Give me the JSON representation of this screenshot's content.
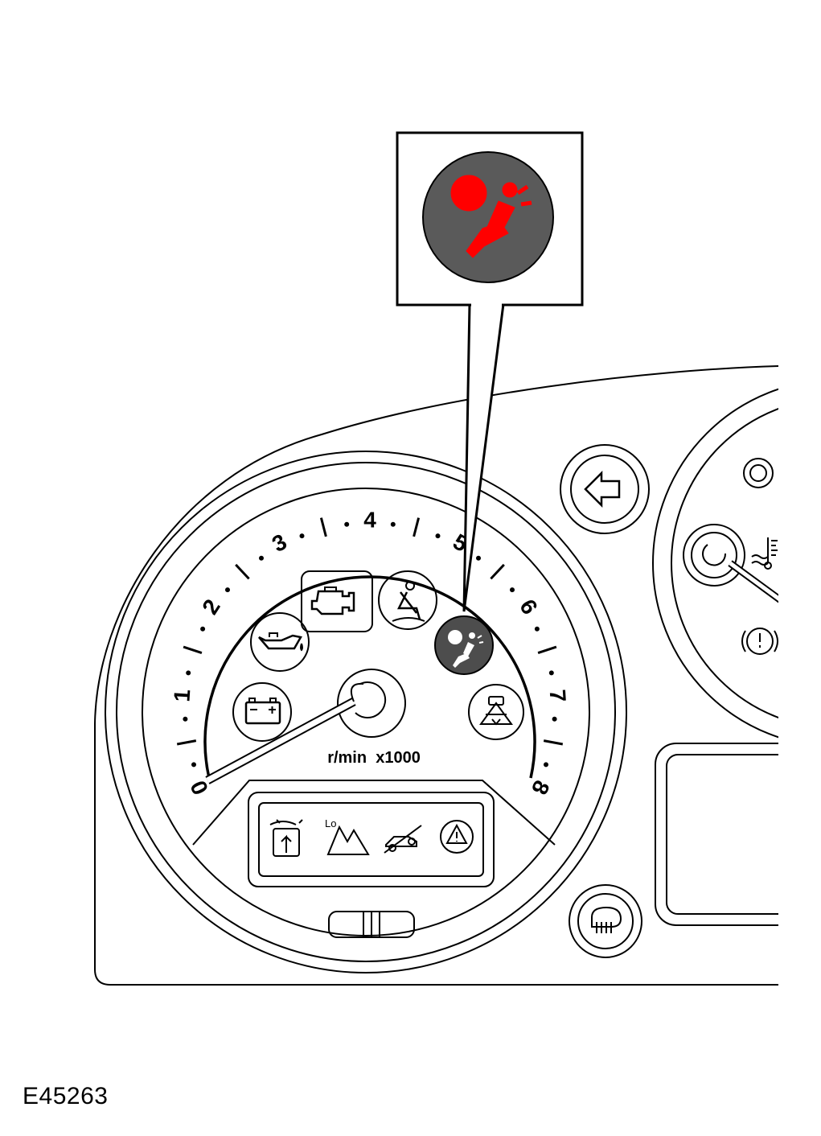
{
  "figure": {
    "reference_code": "E45263"
  },
  "tachometer": {
    "unit_label": "r/min  x1000",
    "scale_numbers": [
      "0",
      "1",
      "2",
      "3",
      "4",
      "5",
      "6",
      "7",
      "8"
    ],
    "needle_reading": 0
  },
  "callout": {
    "warning_light": "airbag-warning-icon",
    "highlight_color": "#ff0000",
    "background_color": "#5a5a5a"
  },
  "tachometer_warning_lamps": [
    "battery-charge-icon",
    "oil-pressure-icon",
    "engine-malfunction-icon",
    "seatbelt-reminder-icon",
    "airbag-warning-icon",
    "hill-descent-control-icon"
  ],
  "terrain_panel_icons": [
    "air-suspension-icon",
    "low-range-icon",
    "hill-descent-icon",
    "dsc-warning-icon"
  ],
  "other_indicators": [
    "left-turn-indicator-icon",
    "rear-fog-lamp-icon",
    "coolant-temperature-icon",
    "brake-warning-icon",
    "trip-reset-knob"
  ]
}
